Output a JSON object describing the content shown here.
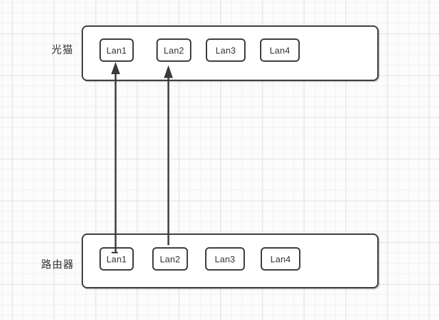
{
  "diagram": {
    "title": "",
    "nodes": [
      {
        "id": "modem",
        "label": "光猫",
        "ports": [
          "Lan1",
          "Lan2",
          "Lan3",
          "Lan4"
        ]
      },
      {
        "id": "router",
        "label": "路由器",
        "ports": [
          "Lan1",
          "Lan2",
          "Lan3",
          "Lan4"
        ]
      }
    ],
    "connections": [
      {
        "from": "router.Lan1",
        "to": "modem.Lan1",
        "arrow": "up"
      },
      {
        "from": "router.Lan2",
        "to": "modem.Lan2",
        "arrow": "up"
      }
    ],
    "colors": {
      "stroke": "#3a3a3a",
      "node_fill": "#ffffff",
      "text": "#333333",
      "grid_minor": "#f1f1f1",
      "grid_major": "#e6e6e6",
      "background": "#fcfcfc"
    }
  }
}
